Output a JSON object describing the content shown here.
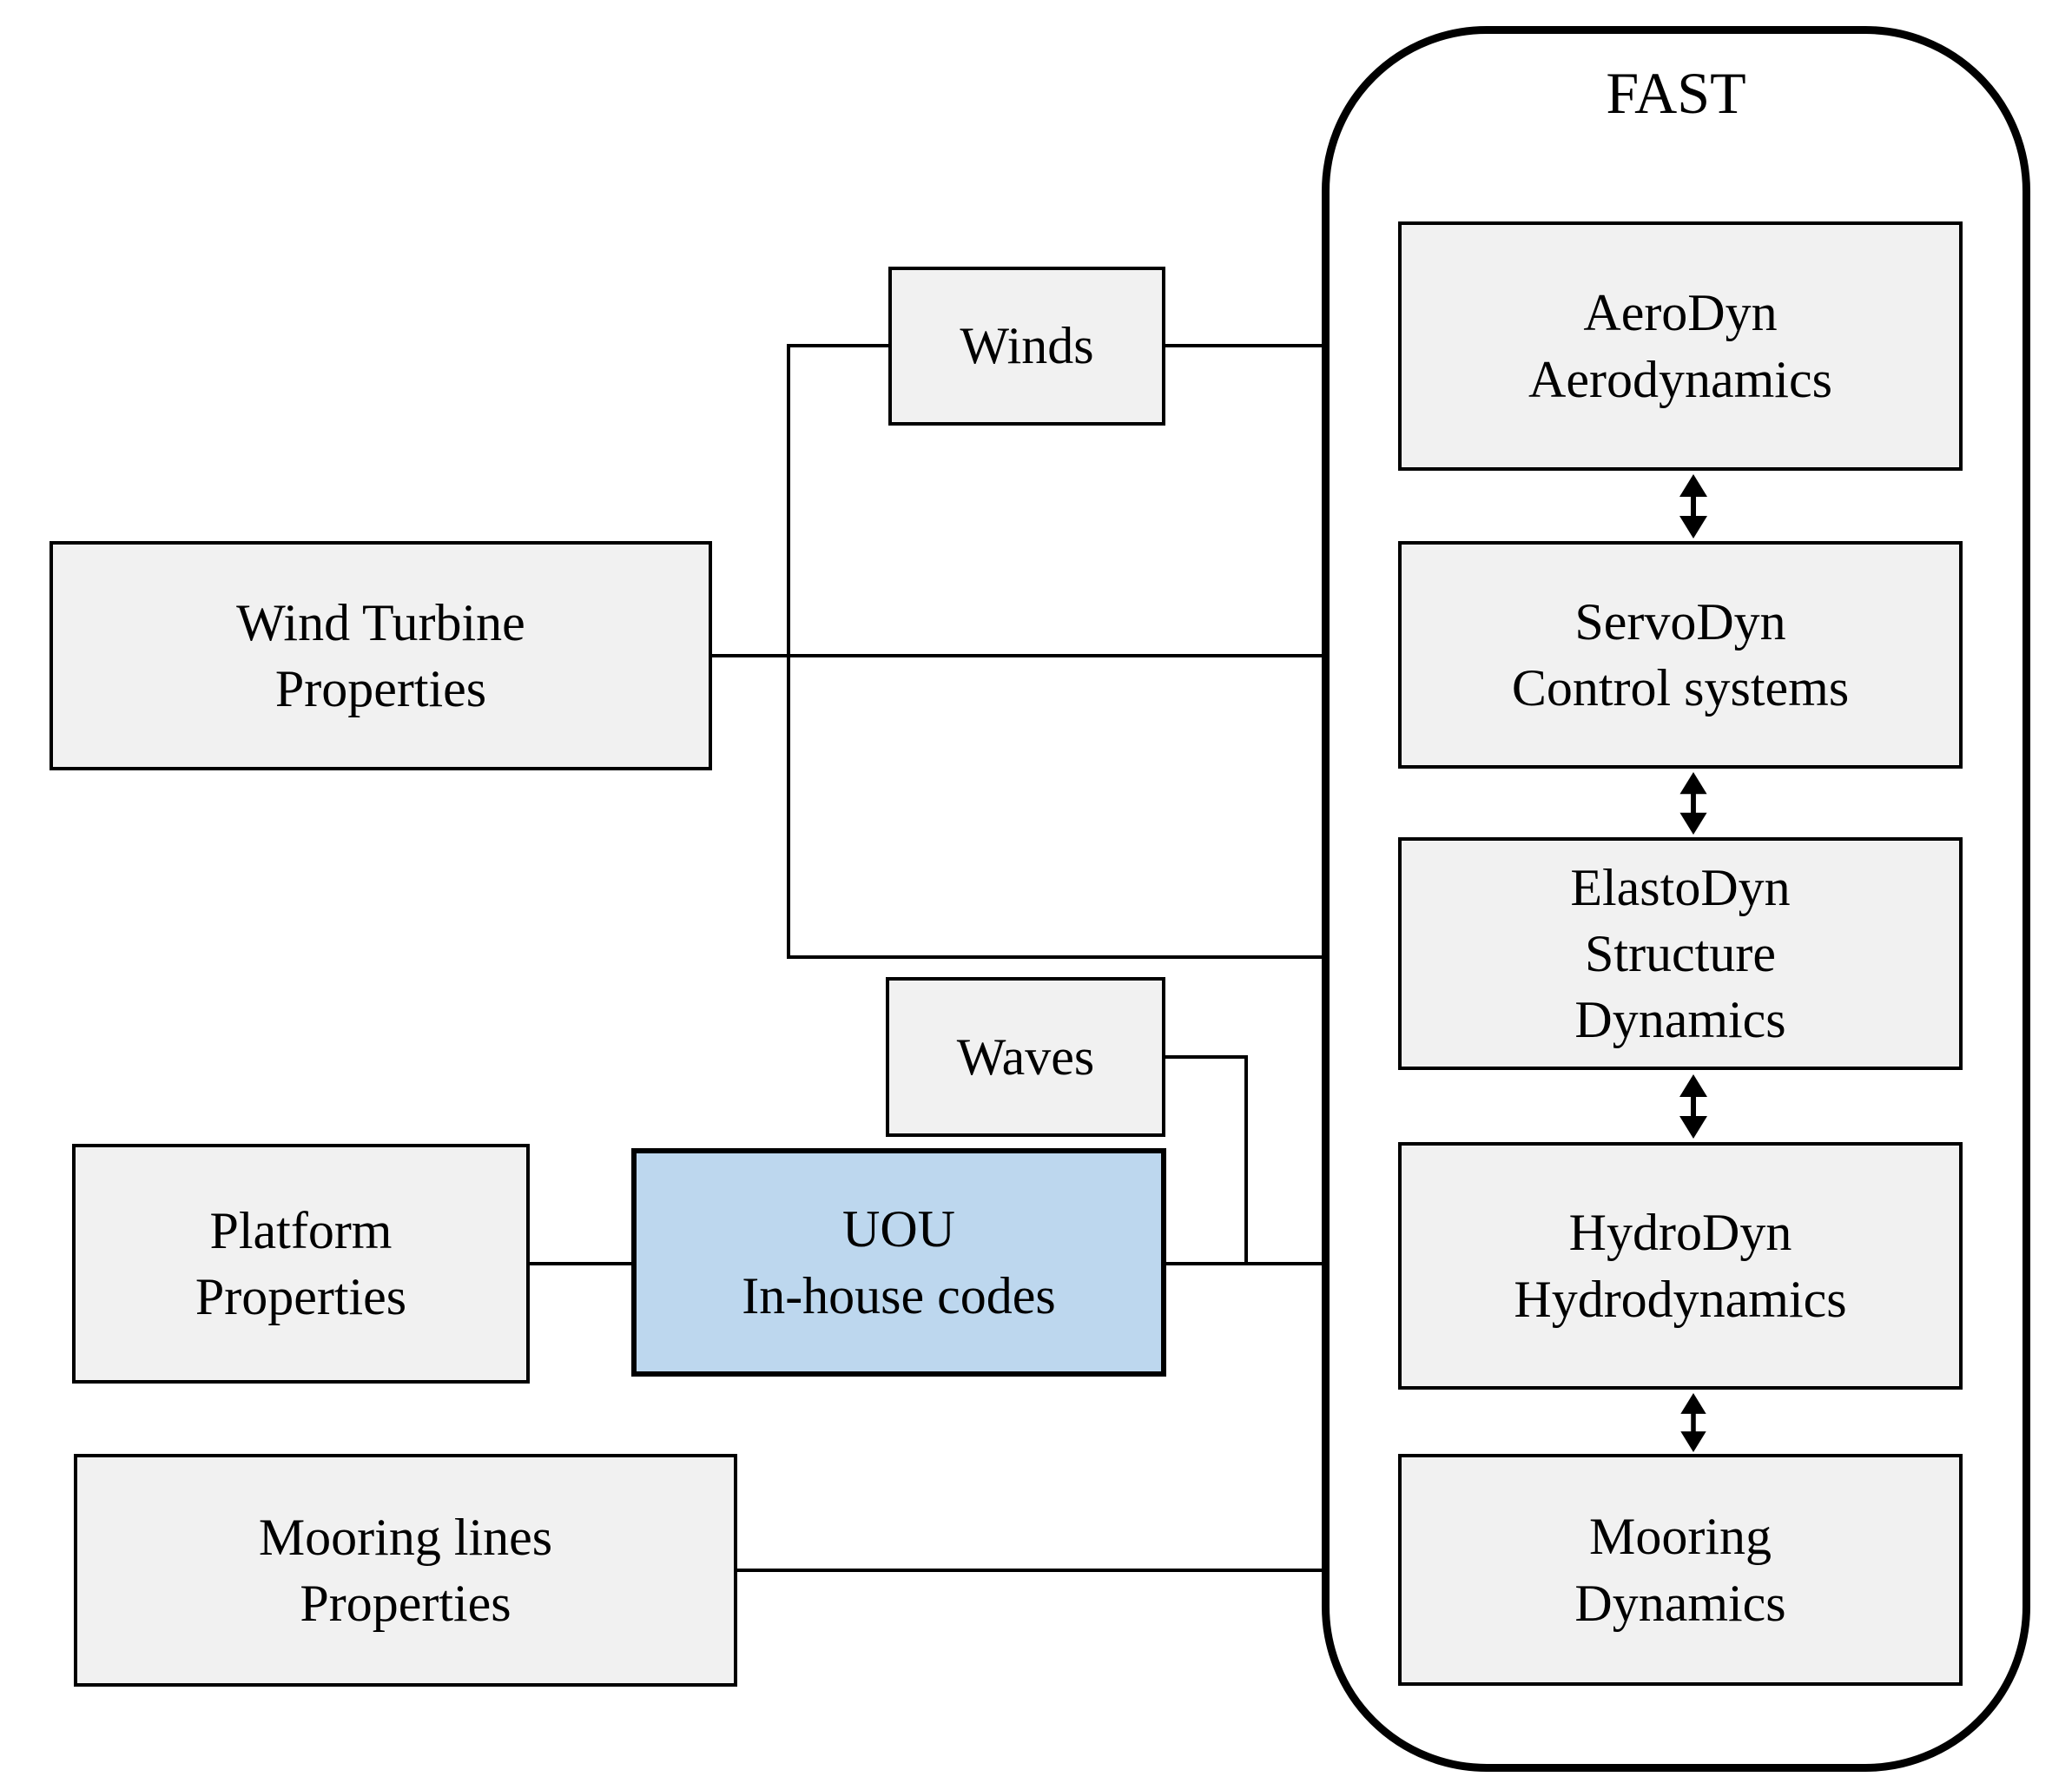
{
  "colors": {
    "module_fill": "#f1f1f1",
    "uou_fill": "#bdd7ee",
    "border": "#000000",
    "background": "#ffffff"
  },
  "fast": {
    "title": "FAST",
    "modules": [
      {
        "lines": [
          "AeroDyn",
          "Aerodynamics"
        ]
      },
      {
        "lines": [
          "ServoDyn",
          "Control systems"
        ]
      },
      {
        "lines": [
          "ElastoDyn",
          "Structure",
          "Dynamics"
        ]
      },
      {
        "lines": [
          "HydroDyn",
          "Hydrodynamics"
        ]
      },
      {
        "lines": [
          "Mooring",
          "Dynamics"
        ]
      }
    ]
  },
  "inputs": {
    "wind_turbine": {
      "lines": [
        "Wind Turbine",
        "Properties"
      ]
    },
    "platform": {
      "lines": [
        "Platform",
        "Properties"
      ]
    },
    "mooring_lines": {
      "lines": [
        "Mooring lines",
        "Properties"
      ]
    }
  },
  "middle": {
    "winds": {
      "label": "Winds"
    },
    "waves": {
      "label": "Waves"
    },
    "uou": {
      "lines": [
        "UOU",
        "In-house codes"
      ]
    }
  }
}
